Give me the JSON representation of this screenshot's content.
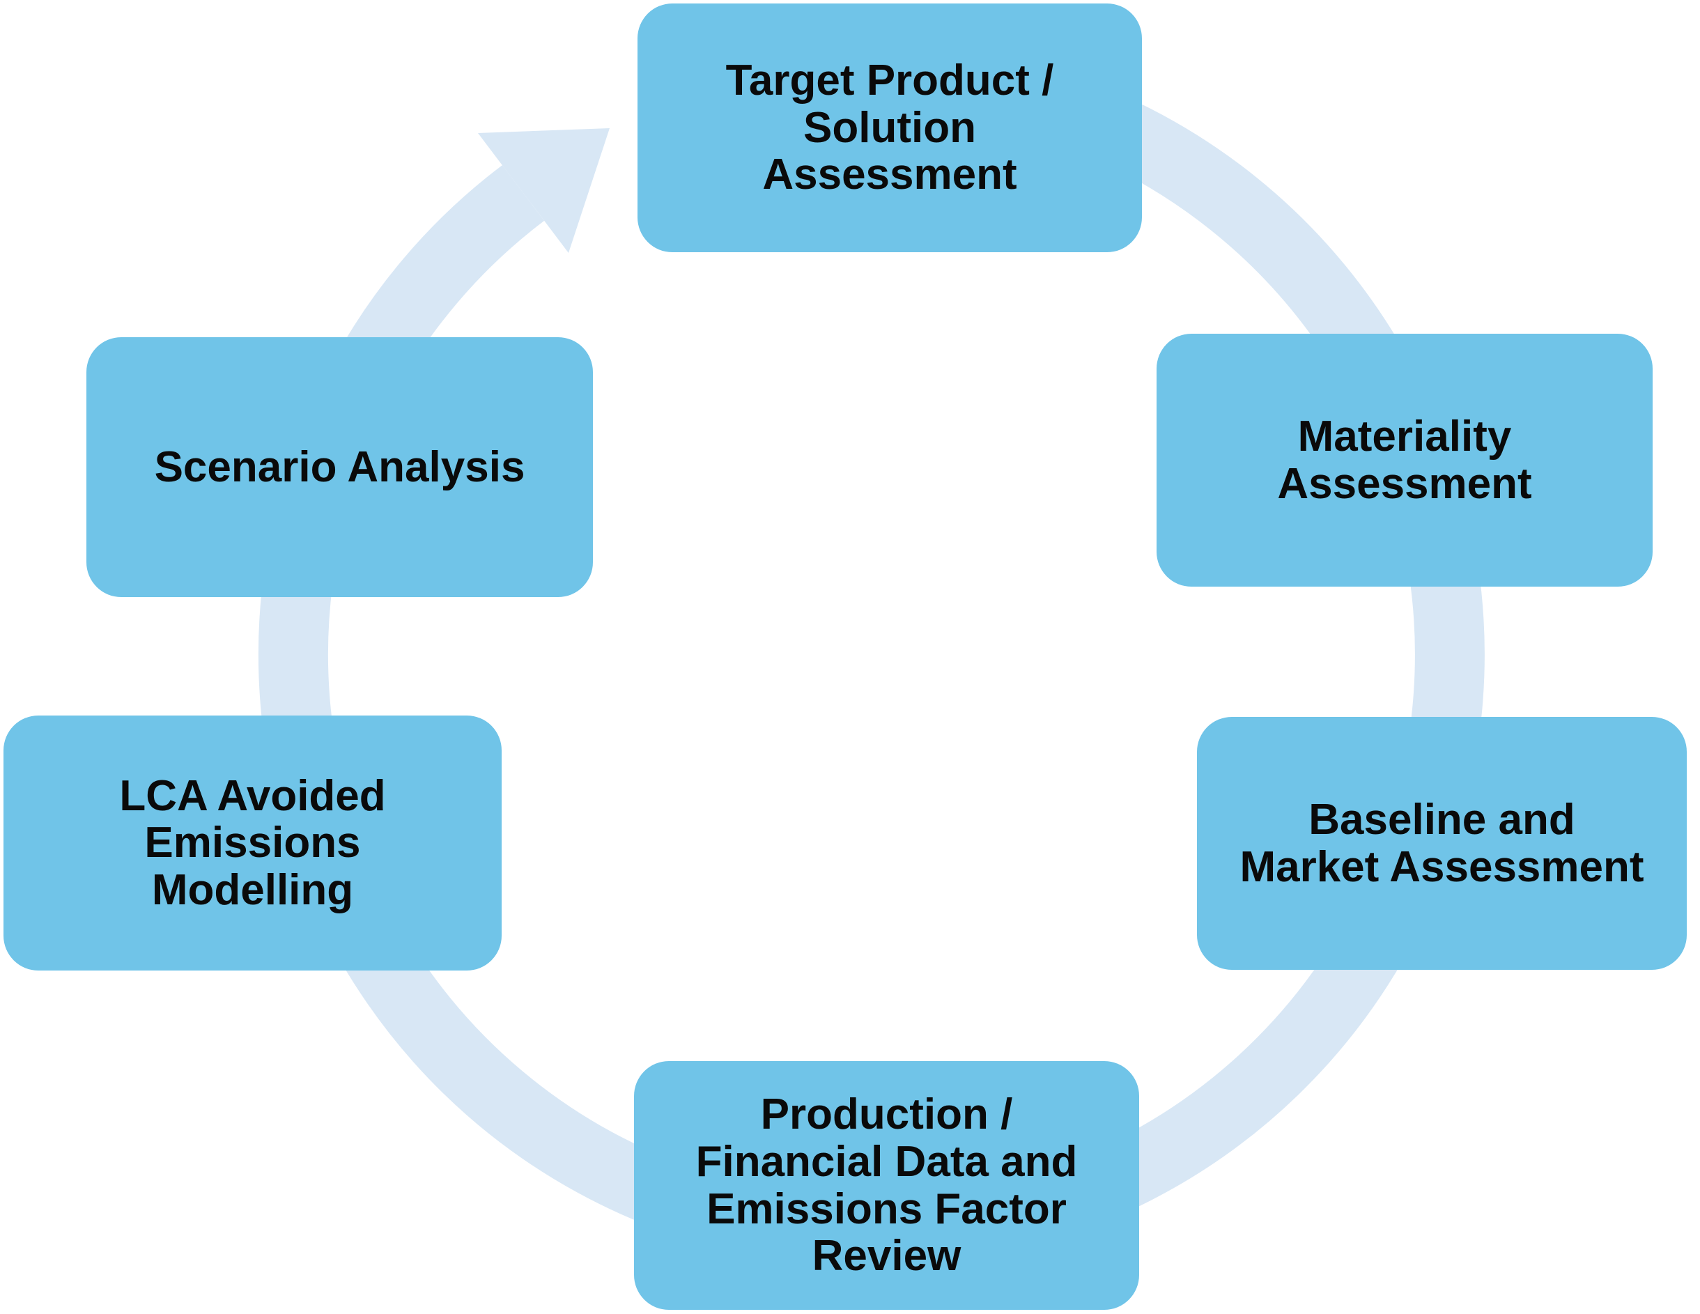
{
  "diagram": {
    "type": "cycle",
    "cycle_direction": "clockwise",
    "colors": {
      "box_fill": "#70C4E8",
      "ring": "#D8E7F5",
      "text": "#0a0a0a",
      "background": "#ffffff"
    },
    "arrow": {
      "description": "light-blue circular arrow, head pointing up-right toward top box"
    },
    "steps": [
      {
        "id": "target-product-solution-assessment",
        "label": "Target Product / Solution Assessment",
        "lines": [
          "Target Product /",
          "Solution",
          "Assessment"
        ],
        "position": "top"
      },
      {
        "id": "materiality-assessment",
        "label": "Materiality Assessment",
        "lines": [
          "Materiality",
          "Assessment"
        ],
        "position": "upper-right"
      },
      {
        "id": "baseline-market-assessment",
        "label": "Baseline and Market Assessment",
        "lines": [
          "Baseline and",
          "Market Assessment"
        ],
        "position": "lower-right"
      },
      {
        "id": "production-financial-data-emissions-factor-review",
        "label": "Production / Financial Data and Emissions Factor Review",
        "lines": [
          "Production /",
          "Financial Data and",
          "Emissions Factor",
          "Review"
        ],
        "position": "bottom"
      },
      {
        "id": "lca-avoided-emissions-modelling",
        "label": "LCA Avoided Emissions Modelling",
        "lines": [
          "LCA Avoided",
          "Emissions",
          "Modelling"
        ],
        "position": "lower-left"
      },
      {
        "id": "scenario-analysis",
        "label": "Scenario Analysis",
        "lines": [
          "Scenario Analysis"
        ],
        "position": "upper-left"
      }
    ]
  }
}
